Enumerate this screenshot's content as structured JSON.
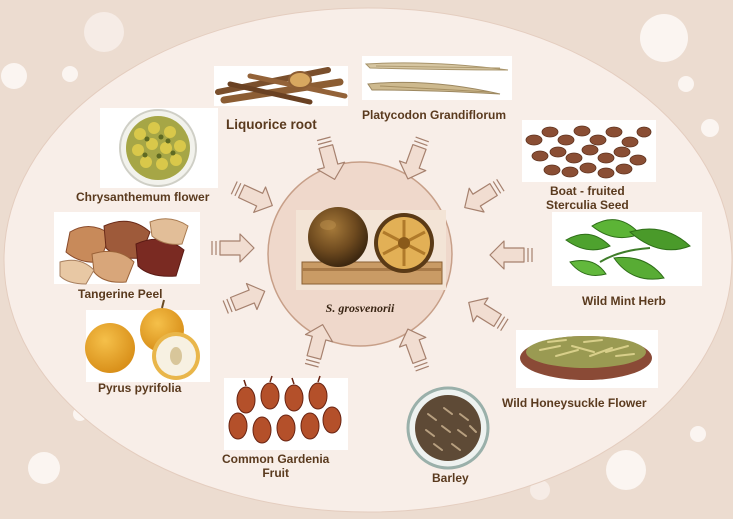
{
  "center": {
    "label": "S. grosvenorii"
  },
  "items": [
    {
      "label": "Liquorice root"
    },
    {
      "label": "Platycodon Grandiflorum"
    },
    {
      "label": "Chrysanthemum flower"
    },
    {
      "label_line1": "Boat - fruited",
      "label_line2": "Sterculia Seed"
    },
    {
      "label": "Tangerine Peel"
    },
    {
      "label": "Wild Mint Herb"
    },
    {
      "label": "Pyrus pyrifolia"
    },
    {
      "label": "Wild Honeysuckle Flower"
    },
    {
      "label_line1": "Common Gardenia",
      "label_line2": "Fruit"
    },
    {
      "label": "Barley"
    }
  ],
  "colors": {
    "background": "#ecdcd0",
    "ellipse": "#f8eee8",
    "center_circle": "#efd8cb",
    "arrow_fill": "#f1ddd1",
    "arrow_stroke": "#a6816e",
    "text": "#5a3a1e"
  }
}
